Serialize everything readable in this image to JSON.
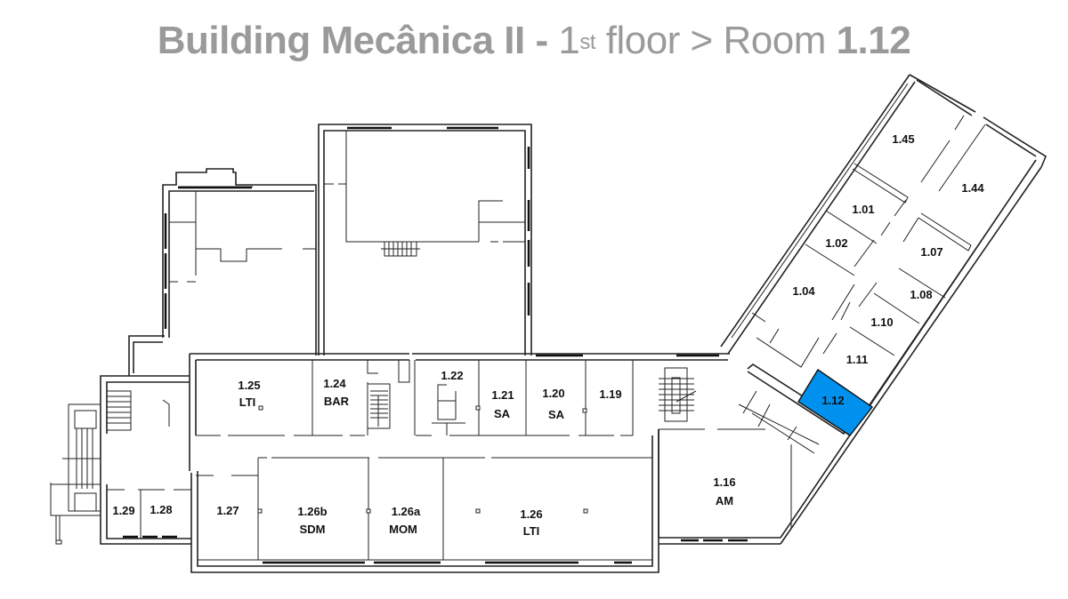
{
  "header": {
    "building": "Building Mecânica II",
    "separator": " - ",
    "floor_number": "1",
    "floor_suffix": "st",
    "floor_word": " floor > Room ",
    "room": "1.12"
  },
  "highlight": {
    "room": "1.12",
    "color": "#0091ee"
  },
  "rooms": [
    {
      "id": "1.45",
      "sub": ""
    },
    {
      "id": "1.44",
      "sub": ""
    },
    {
      "id": "1.01",
      "sub": ""
    },
    {
      "id": "1.02",
      "sub": ""
    },
    {
      "id": "1.07",
      "sub": ""
    },
    {
      "id": "1.04",
      "sub": ""
    },
    {
      "id": "1.08",
      "sub": ""
    },
    {
      "id": "1.10",
      "sub": ""
    },
    {
      "id": "1.11",
      "sub": ""
    },
    {
      "id": "1.12",
      "sub": ""
    },
    {
      "id": "1.25",
      "sub": "LTI"
    },
    {
      "id": "1.24",
      "sub": "BAR"
    },
    {
      "id": "1.22",
      "sub": ""
    },
    {
      "id": "1.21",
      "sub": "SA"
    },
    {
      "id": "1.20",
      "sub": "SA"
    },
    {
      "id": "1.19",
      "sub": ""
    },
    {
      "id": "1.16",
      "sub": "AM"
    },
    {
      "id": "1.29",
      "sub": ""
    },
    {
      "id": "1.28",
      "sub": ""
    },
    {
      "id": "1.27",
      "sub": ""
    },
    {
      "id": "1.26b",
      "sub": "SDM"
    },
    {
      "id": "1.26a",
      "sub": "MOM"
    },
    {
      "id": "1.26",
      "sub": "LTI"
    }
  ]
}
